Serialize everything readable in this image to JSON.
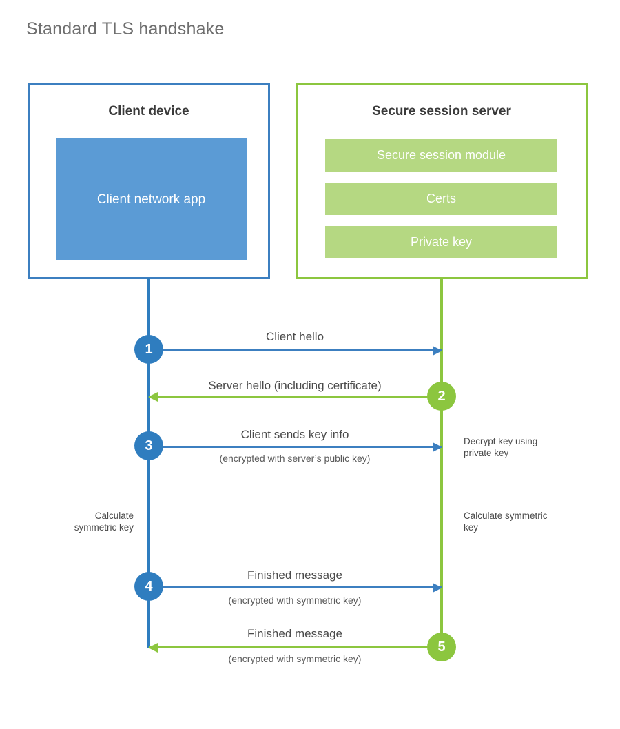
{
  "title": "Standard TLS handshake",
  "colors": {
    "client_blue": "#3c7fc0",
    "client_fill": "#5b9bd5",
    "circle_blue": "#2f7dbf",
    "server_green": "#8cc63f",
    "server_fill": "#b5d882",
    "title_gray": "#6e6e6e",
    "text_gray": "#4a4a4a"
  },
  "client": {
    "title": "Client device",
    "app_label": "Client network app"
  },
  "server": {
    "title": "Secure session server",
    "blocks": [
      {
        "label": "Secure session module"
      },
      {
        "label": "Certs"
      },
      {
        "label": "Private key"
      }
    ]
  },
  "steps": [
    {
      "number": "1",
      "direction": "client-to-server",
      "label": "Client hello",
      "sublabel": ""
    },
    {
      "number": "2",
      "direction": "server-to-client",
      "label": "Server hello (including certificate)",
      "sublabel": ""
    },
    {
      "number": "3",
      "direction": "client-to-server",
      "label": "Client sends key info",
      "sublabel": "(encrypted with server’s public key)"
    },
    {
      "number": "4",
      "direction": "client-to-server",
      "label": "Finished message",
      "sublabel": "(encrypted with symmetric key)"
    },
    {
      "number": "5",
      "direction": "server-to-client",
      "label": "Finished message",
      "sublabel": "(encrypted with symmetric key)"
    }
  ],
  "annotations": {
    "server_decrypt": "Decrypt key using private key",
    "client_calc": "Calculate symmetric key",
    "server_calc": "Calculate symmetric key"
  }
}
